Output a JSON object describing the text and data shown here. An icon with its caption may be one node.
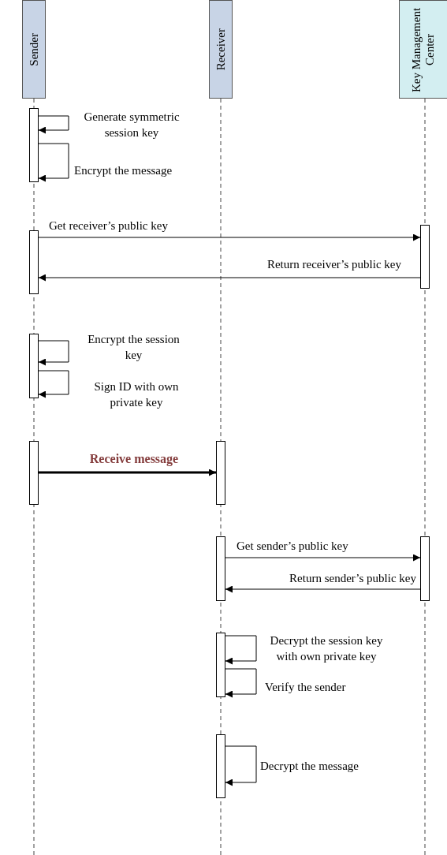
{
  "diagram": {
    "nodes": [
      {
        "text": [
          "Sender"
        ]
      },
      {
        "text": [
          "Receiver"
        ]
      },
      {
        "text": [
          "Key Management Center"
        ]
      },
      {
        "text": [],
        "shape": "bar"
      },
      {
        "text": [],
        "shape": "bar"
      },
      {
        "text": [],
        "shape": "bar"
      },
      {
        "text": [],
        "shape": "bar"
      },
      {
        "text": [],
        "shape": "bar"
      },
      {
        "text": [],
        "shape": "bar"
      },
      {
        "text": [],
        "shape": "bar"
      },
      {
        "text": [],
        "shape": "bar"
      },
      {
        "text": [],
        "shape": "bar"
      },
      {
        "text": [],
        "shape": "bar"
      }
    ],
    "edges": [
      {
        "from": 3,
        "to": 3,
        "arrow": "to",
        "label": "Generate symmetric session key"
      },
      {
        "from": 3,
        "to": 3,
        "arrow": "to",
        "label": "Encrypt the message"
      },
      {
        "from": 4,
        "to": 5,
        "arrow": "to",
        "label": "Get receiver’s public key"
      },
      {
        "from": 5,
        "to": 4,
        "arrow": "to",
        "label": "Return receiver’s public key"
      },
      {
        "from": 6,
        "to": 6,
        "arrow": "to",
        "label": "Encrypt the session key"
      },
      {
        "from": 6,
        "to": 6,
        "arrow": "to",
        "label": "Sign ID with own private key"
      },
      {
        "from": 7,
        "to": 8,
        "arrow": "to",
        "label": "Receive message",
        "style": "thick"
      },
      {
        "from": 9,
        "to": 10,
        "arrow": "to",
        "label": "Get sender’s public key"
      },
      {
        "from": 10,
        "to": 9,
        "arrow": "to",
        "label": "Return sender’s public key"
      },
      {
        "from": 11,
        "to": 11,
        "arrow": "to",
        "label": "Decrypt the session key with own private key"
      },
      {
        "from": 11,
        "to": 11,
        "arrow": "to",
        "label": "Verify the sender"
      },
      {
        "from": 12,
        "to": 12,
        "arrow": "to",
        "label": "Decrypt the message"
      }
    ]
  }
}
